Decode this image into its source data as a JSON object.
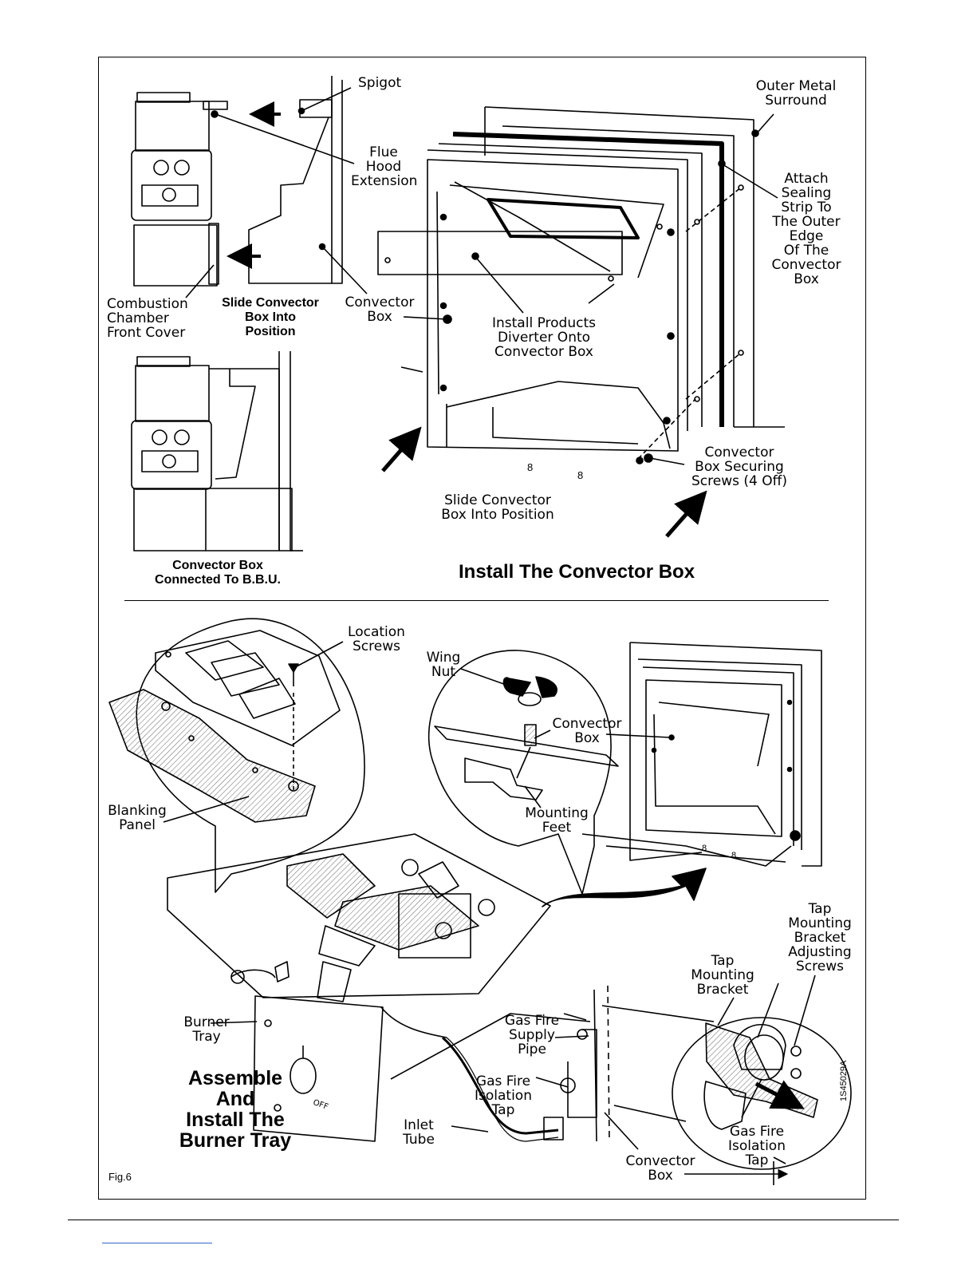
{
  "figure_number": "Fig.6",
  "image_code": "1S45029A",
  "top_panel": {
    "title": "Install The Convector Box",
    "labels": {
      "spigot": "Spigot",
      "flue_hood_extension": [
        "Flue",
        "Hood",
        "Extension"
      ],
      "outer_metal_surround": [
        "Outer Metal",
        "Surround"
      ],
      "attach_sealing_strip": [
        "Attach",
        "Sealing",
        "Strip To",
        "The Outer",
        "Edge",
        "Of The",
        "Convector",
        "Box"
      ],
      "combustion_chamber_front_cover": [
        "Combustion",
        "Chamber",
        "Front Cover"
      ],
      "slide_convector_box_bold": [
        "Slide Convector",
        "Box Into",
        "Position"
      ],
      "convector_box": [
        "Convector",
        "Box"
      ],
      "install_products_diverter": [
        "Install Products",
        "Diverter Onto",
        "Convector Box"
      ],
      "convector_box_securing_screws": [
        "Convector",
        "Box Securing",
        "Screws (4 Off)"
      ],
      "slide_convector_box": [
        "Slide Convector",
        "Box Into Position"
      ],
      "convector_box_connected": [
        "Convector Box",
        "Connected To B.B.U."
      ]
    }
  },
  "bottom_panel": {
    "title": [
      "Assemble",
      "And",
      "Install The",
      "Burner Tray"
    ],
    "labels": {
      "location_screws": [
        "Location",
        "Screws"
      ],
      "wing_nut": [
        "Wing",
        "Nut"
      ],
      "convector_box": [
        "Convector",
        "Box"
      ],
      "mounting_feet": [
        "Mounting",
        "Feet"
      ],
      "blanking_panel": [
        "Blanking",
        "Panel"
      ],
      "tap_mounting_bracket_adjusting_screws": [
        "Tap",
        "Mounting",
        "Bracket",
        "Adjusting",
        "Screws"
      ],
      "tap_mounting_bracket": [
        "Tap",
        "Mounting",
        "Bracket"
      ],
      "burner_tray": [
        "Burner",
        "Tray"
      ],
      "gas_fire_supply_pipe": [
        "Gas Fire",
        "Supply",
        "Pipe"
      ],
      "gas_fire_isolation_tap": [
        "Gas Fire",
        "Isolation",
        "Tap"
      ],
      "inlet_tube": [
        "Inlet",
        "Tube"
      ],
      "gas_fire_isolation_tap_detail": [
        "Gas Fire",
        "Isolation",
        "Tap"
      ],
      "convector_box_bottom": [
        "Convector",
        "Box"
      ],
      "control_off": "OFF"
    }
  },
  "colors": {
    "ink": "#000000",
    "paper": "#ffffff",
    "hatch": "#888888",
    "link": "#3366cc"
  }
}
